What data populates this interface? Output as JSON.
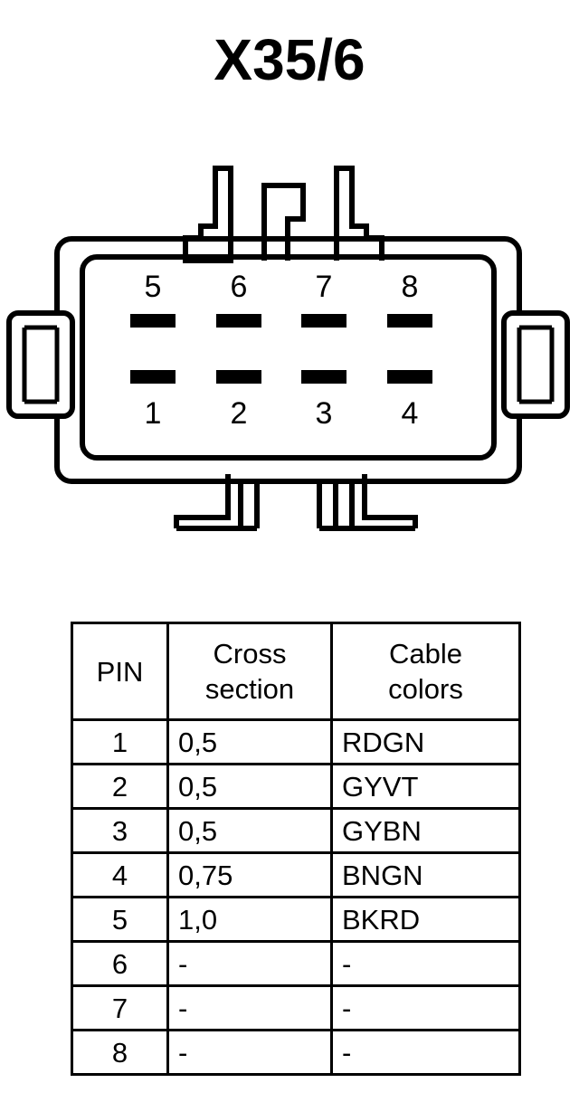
{
  "page": {
    "title": "X35/6",
    "background_color": "#ffffff",
    "line_color": "#000000"
  },
  "connector": {
    "name": "8-way rectangular connector",
    "rows": [
      {
        "row": "top",
        "pins": [
          "5",
          "6",
          "7",
          "8"
        ]
      },
      {
        "row": "bottom",
        "pins": [
          "1",
          "2",
          "3",
          "4"
        ]
      }
    ],
    "pin_labels": {
      "p5": "5",
      "p6": "6",
      "p7": "7",
      "p8": "8",
      "p1": "1",
      "p2": "2",
      "p3": "3",
      "p4": "4"
    },
    "contact_count": 8
  },
  "table": {
    "headers": {
      "pin": "PIN",
      "cross_section_line1": "Cross",
      "cross_section_line2": "section",
      "cable_colors_line1": "Cable",
      "cable_colors_line2": "colors"
    },
    "rows": [
      {
        "pin": "1",
        "cross_section": "0,5",
        "cable_colors": "RDGN"
      },
      {
        "pin": "2",
        "cross_section": "0,5",
        "cable_colors": "GYVT"
      },
      {
        "pin": "3",
        "cross_section": "0,5",
        "cable_colors": "GYBN"
      },
      {
        "pin": "4",
        "cross_section": "0,75",
        "cable_colors": "BNGN"
      },
      {
        "pin": "5",
        "cross_section": "1,0",
        "cable_colors": "BKRD"
      },
      {
        "pin": "6",
        "cross_section": "-",
        "cable_colors": "-"
      },
      {
        "pin": "7",
        "cross_section": "-",
        "cable_colors": "-"
      },
      {
        "pin": "8",
        "cross_section": "-",
        "cable_colors": "-"
      }
    ]
  }
}
